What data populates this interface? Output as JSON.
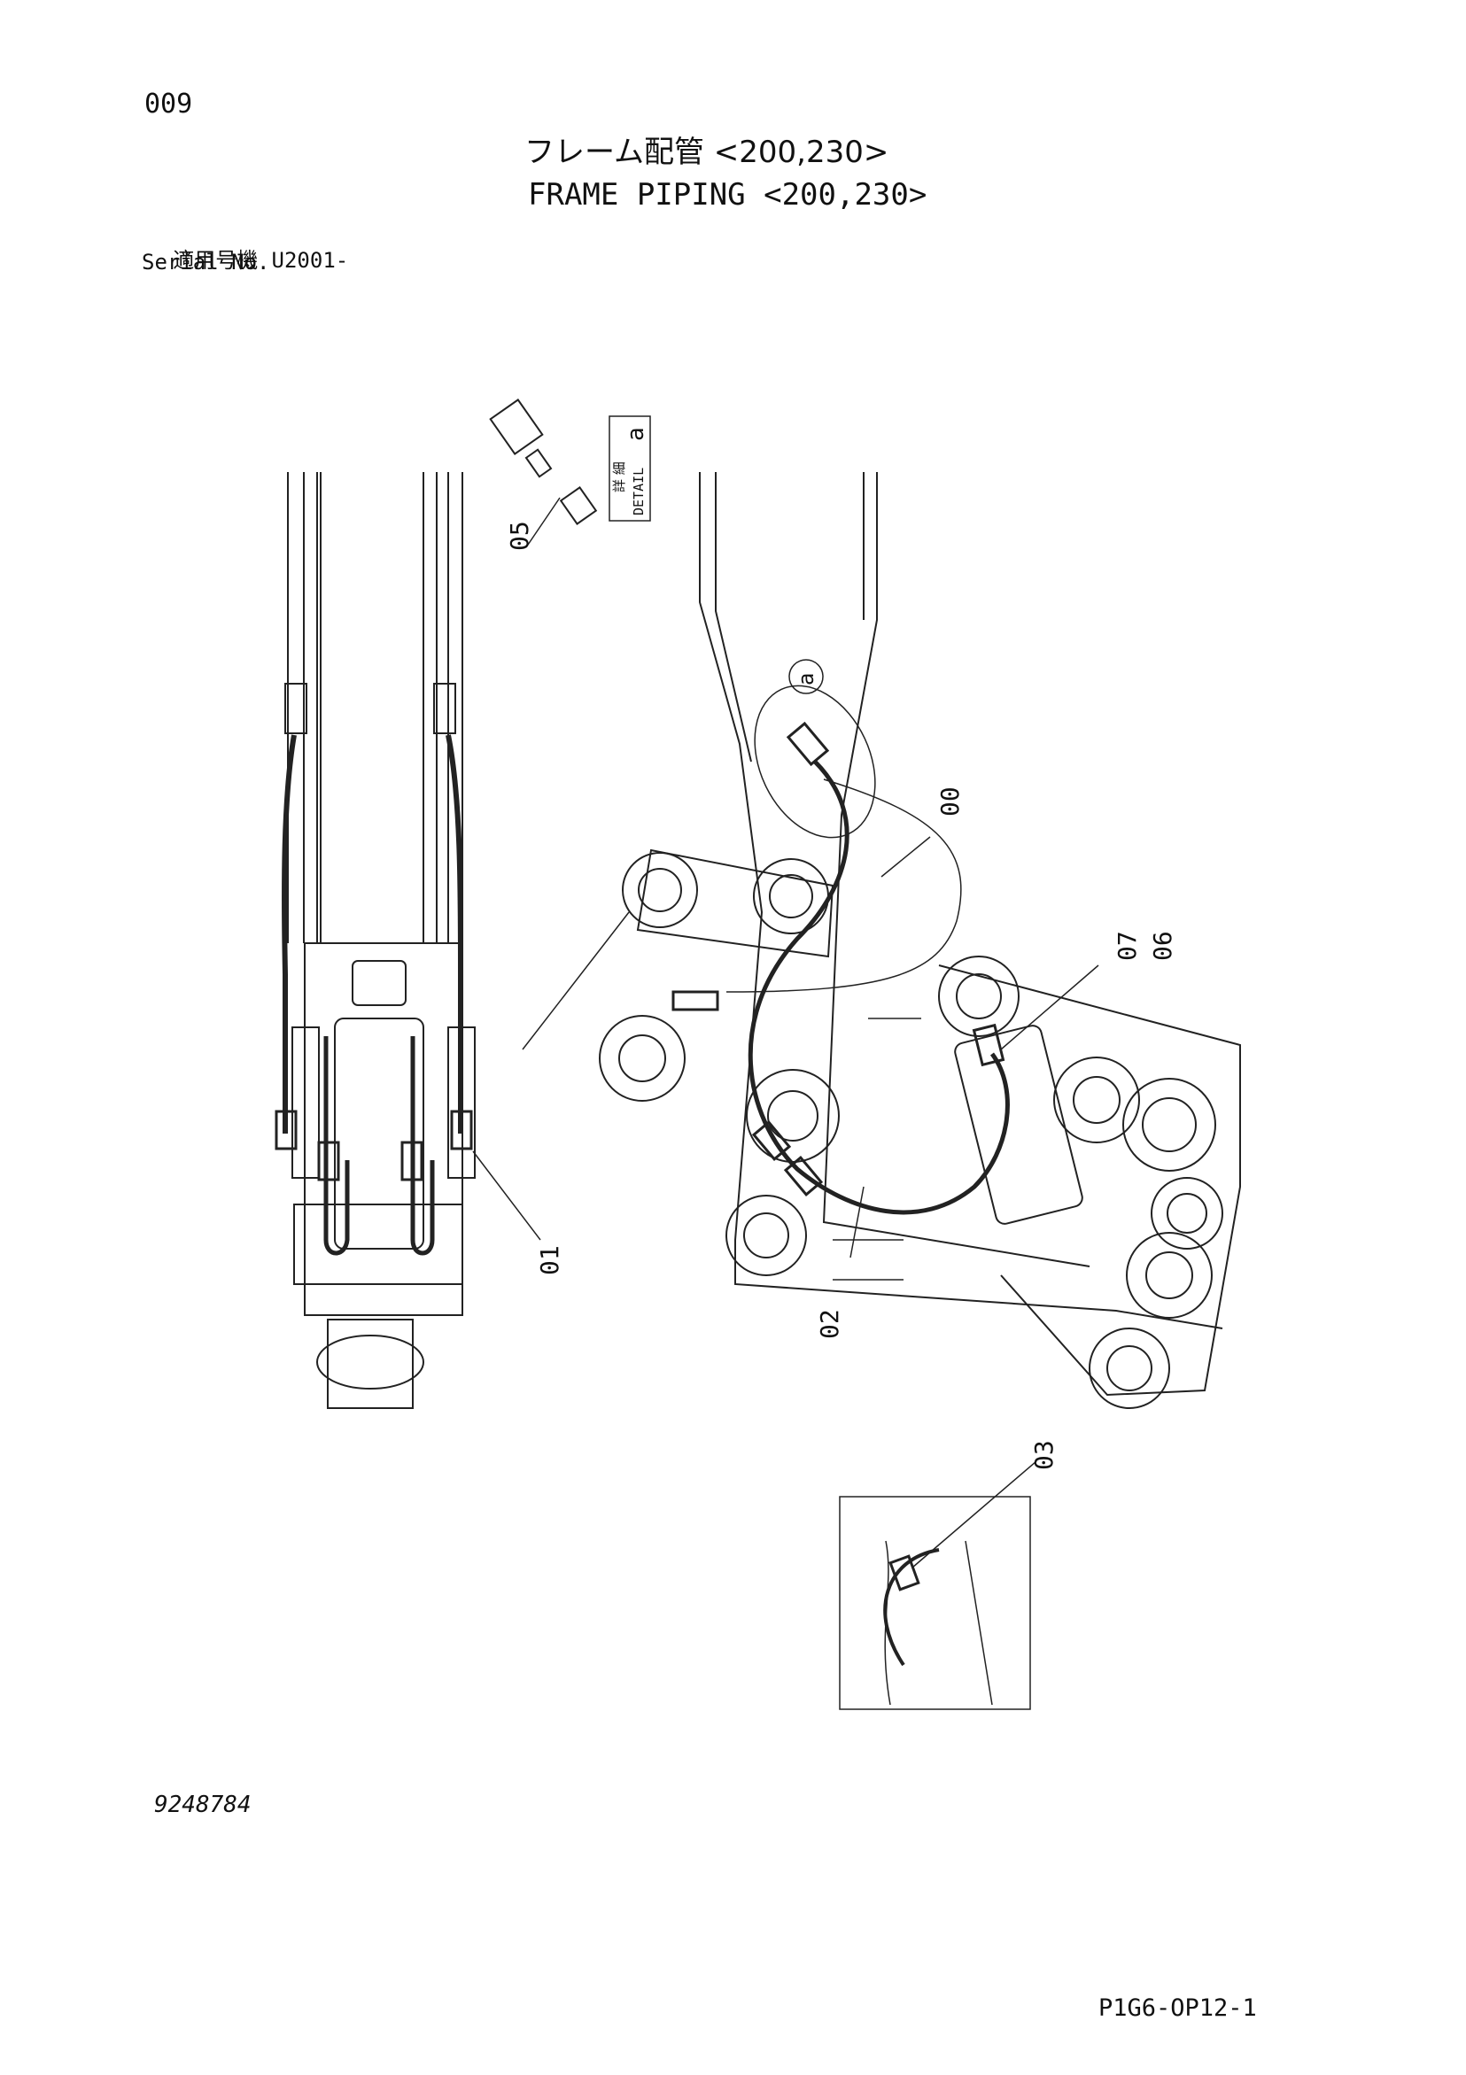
{
  "header": {
    "page_number": "009",
    "title_jp": "フレーム配管 <200,230>",
    "title_en": "FRAME PIPING <200,230>",
    "serial_label_jp": "適用号機",
    "serial_value": "U2001-",
    "serial_label_en": "Serial No."
  },
  "detail_box": {
    "label_jp": "詳 細",
    "label_en": "DETAIL",
    "letter": "a"
  },
  "callouts": {
    "p00": "00",
    "p01": "01",
    "p02": "02",
    "p03": "03",
    "p05": "05",
    "p06": "06",
    "p07": "07",
    "bubble_a": "a"
  },
  "footer": {
    "document_number": "9248784",
    "page_code": "P1G6-OP12-1"
  }
}
